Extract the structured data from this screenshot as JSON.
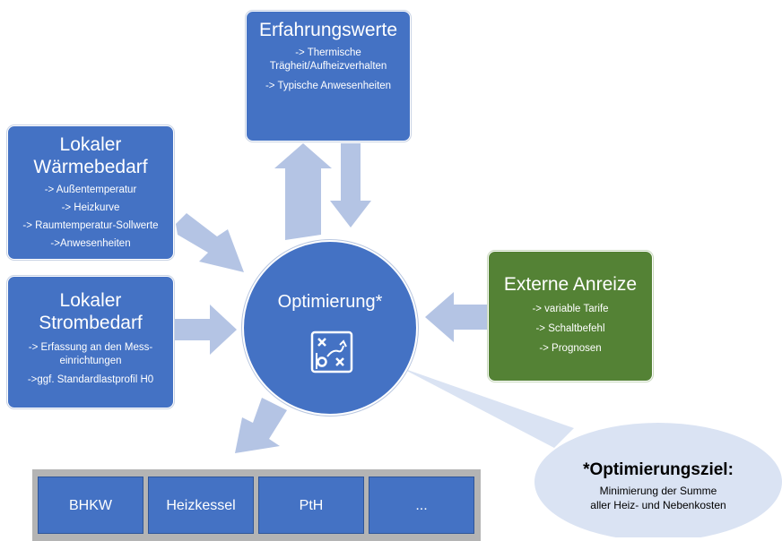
{
  "center": {
    "title": "Optimierung*",
    "icon": "strategy-board-icon"
  },
  "erfahrungswerte": {
    "title": "Erfahrungswerte",
    "items": [
      "-> Thermische",
      "Trägheit/Aufheizverhalten",
      "-> Typische Anwesenheiten"
    ]
  },
  "waermebedarf": {
    "title_line1": "Lokaler",
    "title_line2": "Wärmebedarf",
    "items": [
      "-> Außentemperatur",
      "-> Heizkurve",
      "-> Raumtemperatur-Sollwerte",
      "->Anwesenheiten"
    ]
  },
  "strombedarf": {
    "title_line1": "Lokaler",
    "title_line2": "Strombedarf",
    "items": [
      "-> Erfassung an den Mess-",
      "einrichtungen",
      "->ggf. Standardlastprofil H0"
    ]
  },
  "externe_anreize": {
    "title": "Externe Anreize",
    "items": [
      "-> variable Tarife",
      "-> Schaltbefehl",
      "-> Prognosen"
    ]
  },
  "technologies": [
    "BHKW",
    "Heizkessel",
    "PtH",
    "..."
  ],
  "ziel": {
    "title": "*Optimierungsziel:",
    "line1": "Minimierung der Summe",
    "line2": "aller Heiz- und Nebenkosten"
  },
  "colors": {
    "box_blue": "#4472c4",
    "box_green": "#548235",
    "arrow": "#b4c4e4",
    "bubble": "#dae3f3"
  }
}
